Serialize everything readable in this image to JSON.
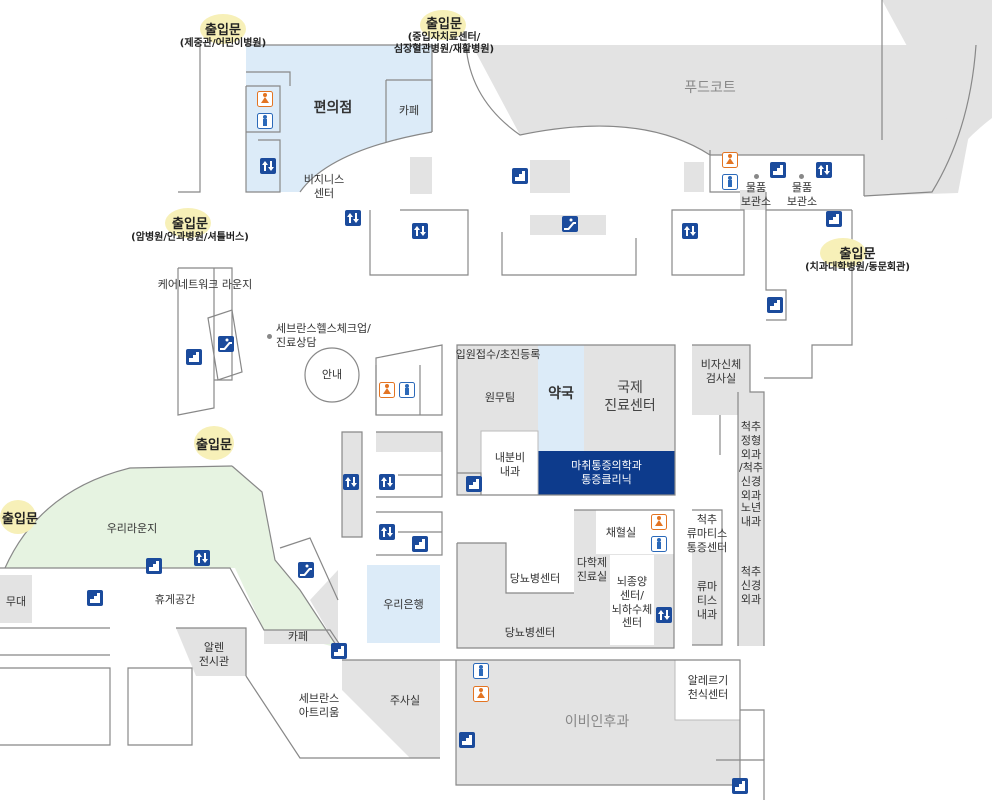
{
  "entrances": {
    "top_left": {
      "title": "출입문",
      "sub": "(제중관/어린이병원)"
    },
    "top_center": {
      "title": "출입문",
      "sub": "(중입자치료센터/\n심장혈관병원/재활병원)"
    },
    "left_mid": {
      "title": "출입문",
      "sub": "(암병원/안과병원/셔틀버스)"
    },
    "right": {
      "title": "출입문",
      "sub": "(치과대학병원/동문회관)"
    },
    "center_left": {
      "title": "출입문"
    },
    "far_left": {
      "title": "출입문"
    }
  },
  "rooms": {
    "food_court": "푸드코트",
    "convenience_store": "편의점",
    "cafe_top": "카페",
    "business_center": "비지니스\n센터",
    "storage_1": "물품\n보관소",
    "storage_2": "물품\n보관소",
    "care_network_lounge": "케어네트워크 라운지",
    "health_checkup": "세브란스헬스체크업/\n진료상담",
    "info": "안내",
    "registration": "입원접수/초진등록",
    "won_moo_tim": "원무팀",
    "pharmacy": "약국",
    "international": "국제\n진료센터",
    "endocrine": "내분비\n내과",
    "anesthesia_pain": "마취통증의학과\n통증클리닉",
    "non_surgical_spine": "비자신체\n검사실",
    "spine_ortho": "척추\n정형\n외과\n/척추\n신경\n외과",
    "geriatric": "노년\n내과",
    "spine_neuro": "척추\n신경\n외과",
    "rheumatism_center": "척추\n류마티스\n통증센터",
    "rheumatology": "류마\n티스\n내과",
    "blood_draw": "채혈실",
    "multidisciplinary": "다학제\n진료실",
    "neurology_center": "뇌종양\n센터/\n뇌하수체\n센터",
    "diabetes_center_1": "당뇨병센터",
    "diabetes_center_2": "당뇨병센터",
    "woori_bank": "우리은행",
    "woori_lounge": "우리라운지",
    "stage": "무대",
    "rest_area": "휴게공간",
    "cafe_bottom": "카페",
    "allen_gallery": "알렌\n전시관",
    "severance_atrium": "세브란스\n아트리움",
    "injection": "주사실",
    "ent": "이비인후과",
    "allergy": "알레르기\n천식센터"
  },
  "colors": {
    "wall": "#888888",
    "grey_area": "#e3e3e3",
    "light_blue": "#dcebf8",
    "light_green": "#e6f3e1",
    "navy": "#0d3b8c",
    "blue_icon": "#1b4b9c",
    "orange_icon": "#e37422",
    "glow": "#f7f0b8"
  }
}
